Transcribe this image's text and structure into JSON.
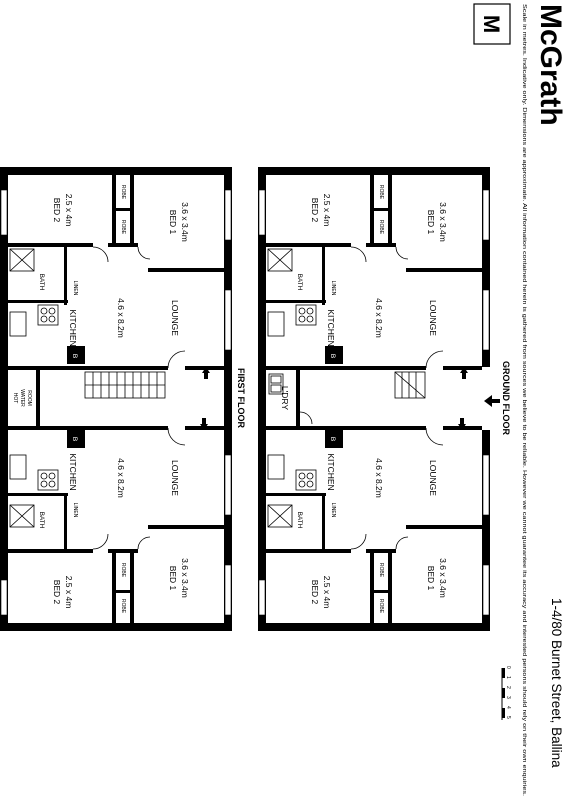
{
  "brand": {
    "name": "McGrath",
    "logo_letters": "M"
  },
  "address": "1-4/80 Burnet Street, Ballina",
  "disclaimer": "Scale in metres. Indicative only. Dimensions are approximate. All information contained herein is gathered from sources we believe to be reliable. However we cannot guarantee its accuracy and interested persons should rely on their own enquiries.",
  "scale_ticks": [
    "0",
    "1",
    "2",
    "3",
    "4",
    "5"
  ],
  "floors": {
    "first": "FIRST FLOOR",
    "ground": "GROUND FLOOR"
  },
  "rooms": {
    "bed2": "BED 2",
    "bed2_dim": "2.5 x 4m",
    "bed1": "BED 1",
    "bed1_dim": "3.6 x 3.4m",
    "robe": "ROBE",
    "bath": "BATH",
    "linen": "LINEN",
    "kitchen": "KITCHEN",
    "living_dim": "4.6 x 8.2m",
    "lounge": "LOUNGE",
    "b": "B",
    "hot_water": [
      "HOT",
      "WATER",
      "ROOM"
    ],
    "laundry": "L'DRY"
  }
}
